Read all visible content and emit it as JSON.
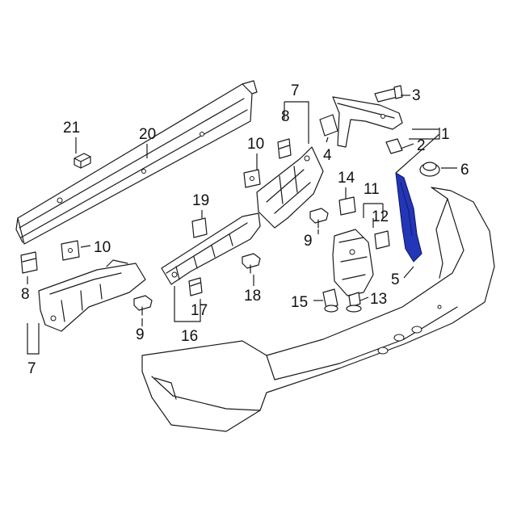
{
  "diagram": {
    "callouts": [
      {
        "id": "c1",
        "text": "1"
      },
      {
        "id": "c2",
        "text": "2"
      },
      {
        "id": "c3",
        "text": "3"
      },
      {
        "id": "c4",
        "text": "4"
      },
      {
        "id": "c5",
        "text": "5"
      },
      {
        "id": "c6",
        "text": "6"
      },
      {
        "id": "c7a",
        "text": "7"
      },
      {
        "id": "c7b",
        "text": "7"
      },
      {
        "id": "c8a",
        "text": "8"
      },
      {
        "id": "c8b",
        "text": "8"
      },
      {
        "id": "c9a",
        "text": "9"
      },
      {
        "id": "c9b",
        "text": "9"
      },
      {
        "id": "c10a",
        "text": "10"
      },
      {
        "id": "c10b",
        "text": "10"
      },
      {
        "id": "c11",
        "text": "11"
      },
      {
        "id": "c12",
        "text": "12"
      },
      {
        "id": "c13",
        "text": "13"
      },
      {
        "id": "c14",
        "text": "14"
      },
      {
        "id": "c15",
        "text": "15"
      },
      {
        "id": "c16",
        "text": "16"
      },
      {
        "id": "c17",
        "text": "17"
      },
      {
        "id": "c18",
        "text": "18"
      },
      {
        "id": "c19",
        "text": "19"
      },
      {
        "id": "c20",
        "text": "20"
      },
      {
        "id": "c21",
        "text": "21"
      }
    ],
    "highlight_color": "#2436b8",
    "highlighted_part": "5"
  }
}
